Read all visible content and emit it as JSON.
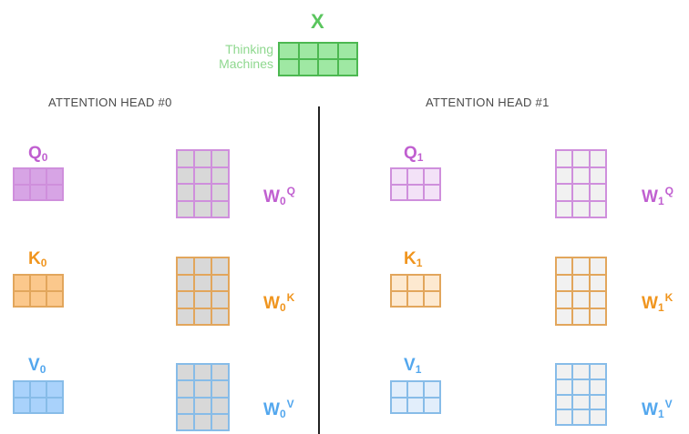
{
  "input": {
    "symbol": "X",
    "words": [
      "Thinking",
      "Machines"
    ]
  },
  "heads": [
    {
      "title": "ATTENTION HEAD #0",
      "q": {
        "letter": "Q",
        "sub": "0"
      },
      "k": {
        "letter": "K",
        "sub": "0"
      },
      "v": {
        "letter": "V",
        "sub": "0"
      },
      "wq": {
        "letter": "W",
        "sub": "0",
        "sup": "Q"
      },
      "wk": {
        "letter": "W",
        "sub": "0",
        "sup": "K"
      },
      "wv": {
        "letter": "W",
        "sub": "0",
        "sup": "V"
      }
    },
    {
      "title": "ATTENTION HEAD #1",
      "q": {
        "letter": "Q",
        "sub": "1"
      },
      "k": {
        "letter": "K",
        "sub": "1"
      },
      "v": {
        "letter": "V",
        "sub": "1"
      },
      "wq": {
        "letter": "W",
        "sub": "1",
        "sup": "Q"
      },
      "wk": {
        "letter": "W",
        "sub": "1",
        "sup": "K"
      },
      "wv": {
        "letter": "W",
        "sub": "1",
        "sup": "V"
      }
    }
  ],
  "colors": {
    "x_fill": "#9fe8a3",
    "x_border": "#4cb851",
    "x_text": "#5ac55e",
    "x_label_text": "#8fd88f",
    "q_text": "#c05fd0",
    "q_border": "#cf8fdc",
    "q0_fill": "#d7a4e5",
    "q1_fill": "#f3e2f7",
    "k_text": "#f0951e",
    "k_border": "#e2a65c",
    "k0_fill": "#fbc88c",
    "k1_fill": "#fde9d0",
    "v_text": "#53a7ee",
    "v_border": "#87bce8",
    "v0_fill": "#a9d2fb",
    "v1_fill": "#e2eefb",
    "w0_fill": "#d8d8d8",
    "w1_fill": "#f1f1f1",
    "divider": "#222222"
  }
}
